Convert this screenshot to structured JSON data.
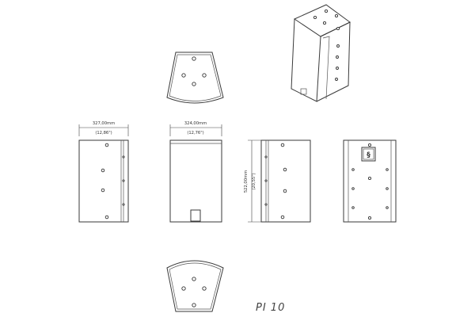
{
  "model_label": "PI 10",
  "dimensions": {
    "side_width_mm": "327,00mm",
    "side_width_in": "(12,86\")",
    "front_width_mm": "324,00mm",
    "front_width_in": "(12,76\")",
    "height_mm": "522,00mm",
    "height_in": "(20,55\")"
  },
  "views": [
    "top-view",
    "side-view",
    "front-view",
    "side-view-dimensioned",
    "rear-view",
    "bottom-view",
    "isometric-view"
  ],
  "line_color": "#3a3a3a"
}
